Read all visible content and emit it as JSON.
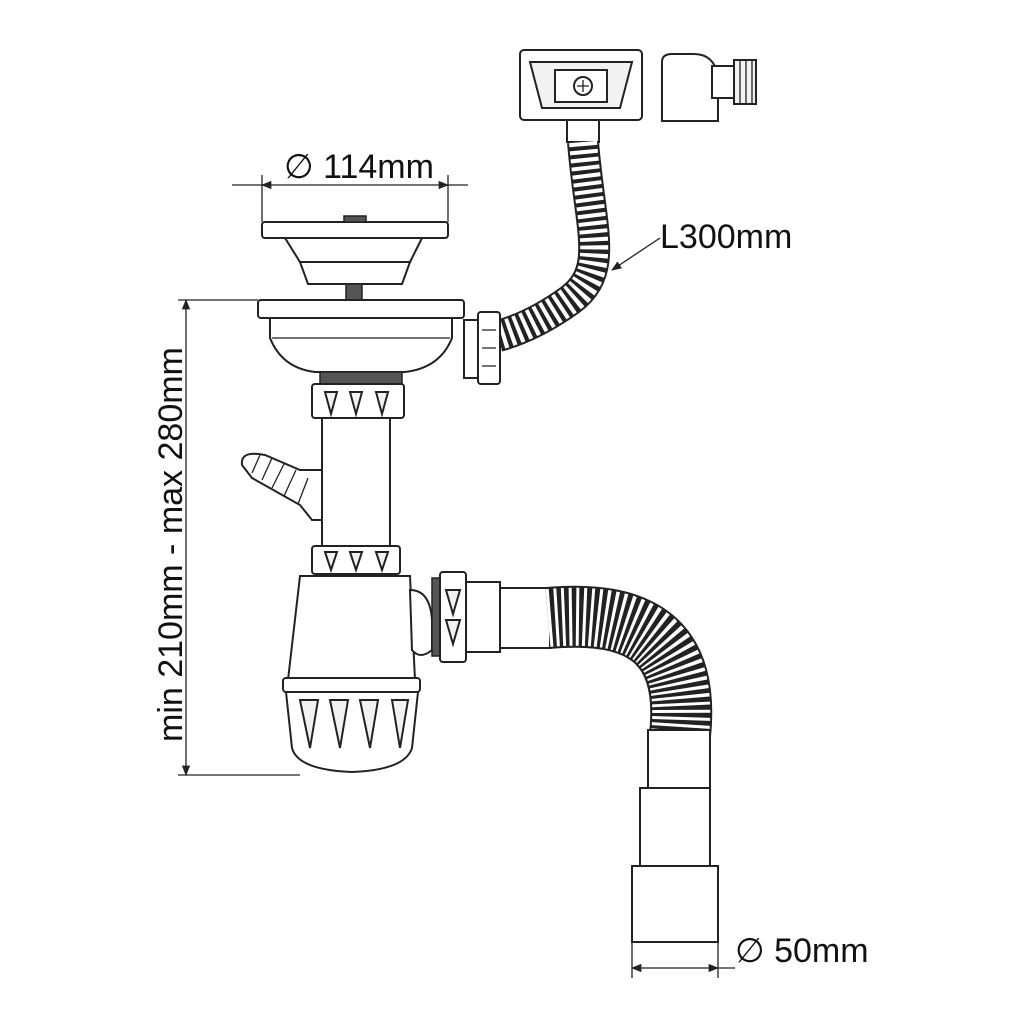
{
  "labels": {
    "strainer_diameter": "∅ 114mm",
    "overflow_hose_length": "L300mm",
    "height_range": "min 210mm - max 280mm",
    "outlet_diameter": "∅ 50mm"
  },
  "colors": {
    "line": "#222222",
    "background": "#ffffff"
  }
}
